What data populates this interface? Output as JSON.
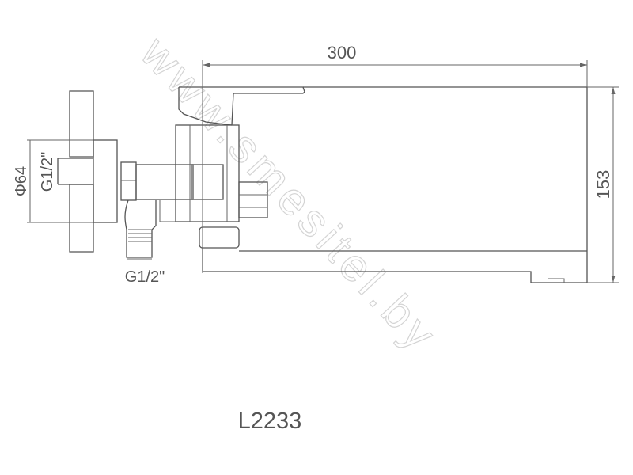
{
  "drawing": {
    "model": "L2233",
    "dimensions": {
      "spout_length": "300",
      "height": "153",
      "flange_diameter": "Φ64",
      "wall_thread": "G1/2\"",
      "outlet_thread": "G1/2\""
    },
    "watermark": "www.smesitel.by"
  },
  "colors": {
    "line": "#555555",
    "watermark": "#d4d4d4"
  }
}
